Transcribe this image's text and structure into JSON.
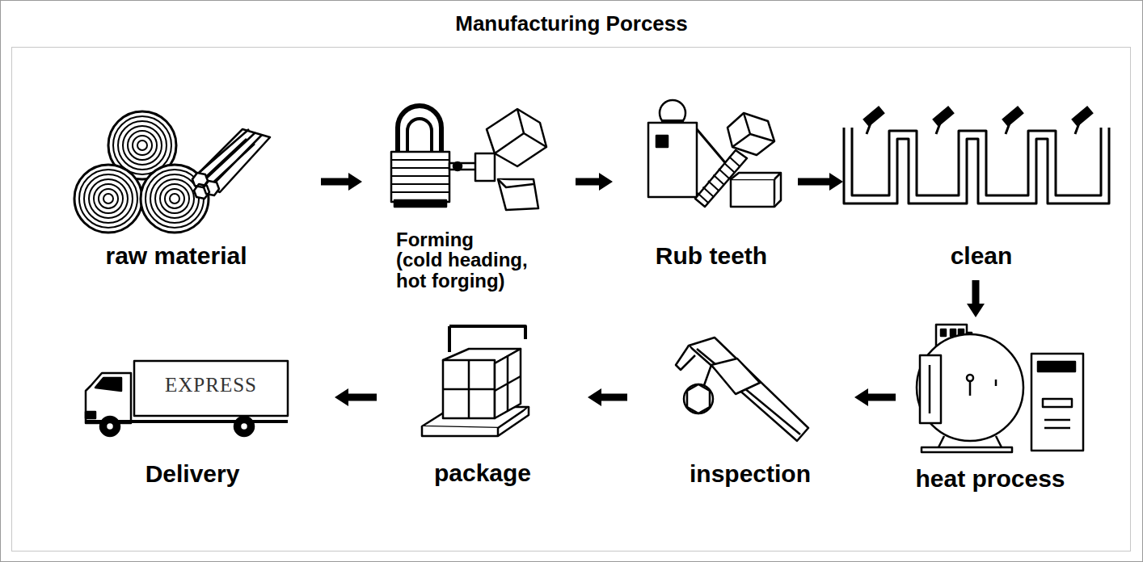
{
  "diagram": {
    "title": "Manufacturing Porcess",
    "nodes": [
      {
        "text": [
          "raw material"
        ]
      },
      {
        "text": [
          "Forming",
          "(cold heading, hot forging)"
        ]
      },
      {
        "text": [
          "Rub teeth"
        ]
      },
      {
        "text": [
          "clean"
        ]
      },
      {
        "text": [
          "heat process"
        ]
      },
      {
        "text": [
          "inspection"
        ]
      },
      {
        "text": [
          "package"
        ]
      },
      {
        "text": [
          "Delivery"
        ]
      }
    ],
    "edges": [
      {
        "from": 0,
        "to": 1,
        "arrow": "to"
      },
      {
        "from": 1,
        "to": 2,
        "arrow": "to"
      },
      {
        "from": 2,
        "to": 3,
        "arrow": "to"
      },
      {
        "from": 3,
        "to": 4,
        "arrow": "to"
      },
      {
        "from": 4,
        "to": 5,
        "arrow": "to"
      },
      {
        "from": 5,
        "to": 6,
        "arrow": "to"
      },
      {
        "from": 6,
        "to": 7,
        "arrow": "to"
      }
    ],
    "labels": [
      "EXPRESS"
    ]
  }
}
